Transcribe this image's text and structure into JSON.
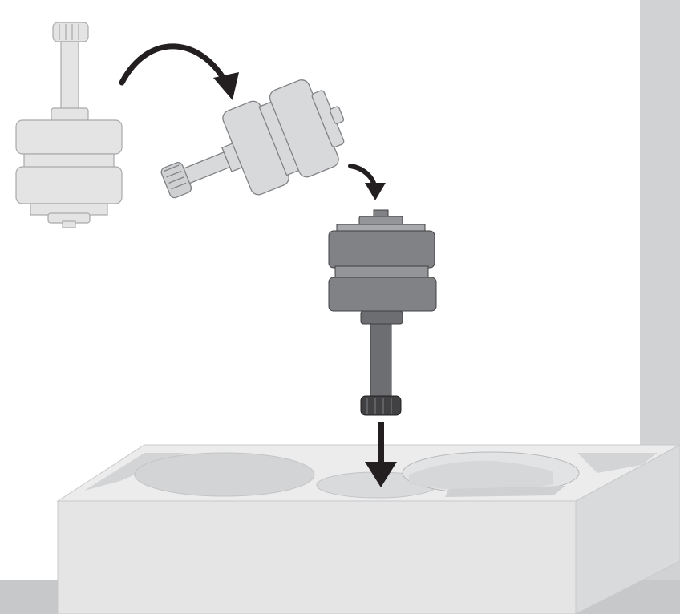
{
  "figure": {
    "kind": "assembly-instruction-illustration",
    "steps": [
      {
        "step": "lift",
        "icon": "curved-arrow-icon"
      },
      {
        "step": "flip",
        "icon": "curved-arrow-icon"
      },
      {
        "step": "place-in-case",
        "icon": "down-arrow-icon"
      }
    ],
    "colors": {
      "background": "#ffffff",
      "wall": "#d1d2d4",
      "floor": "#c7c8ca",
      "foam_top": "#ececec",
      "foam_front": "#e5e5e6",
      "foam_side": "#d9dadb",
      "foam_cutout": "#d3d4d6",
      "ghost_part": "#e4e4e5",
      "ghost_stroke": "#a7a9ac",
      "mid_part": "#d8d9da",
      "mid_stroke": "#808285",
      "final_part": "#808285",
      "final_dark": "#58595b",
      "knob": "#414042",
      "arrow": "#231f20"
    }
  }
}
